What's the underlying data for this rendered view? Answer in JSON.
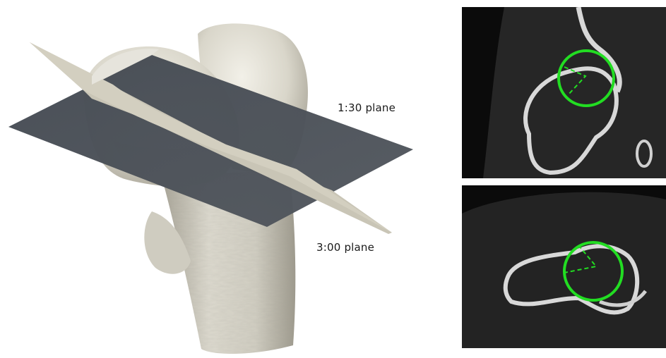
{
  "figure": {
    "labels": {
      "plane_1": "1:30 plane",
      "plane_2": "3:00 plane"
    },
    "colors": {
      "background": "#ffffff",
      "bone_surface": "#e3e1d7",
      "bone_shadow": "#b9b6a9",
      "plane_1_color": "#4b5058",
      "plane_2_color": "#c9c5b6",
      "ct_background": "#0b0b0b",
      "ct_bone": "#d8d8d8",
      "fit_circle_color": "#22dd22"
    },
    "panels": [
      {
        "name": "ct-top",
        "description_id": "oblique-ct-slice-1-30",
        "has_fit_circle": true
      },
      {
        "name": "ct-bottom",
        "description_id": "oblique-ct-slice-3-00",
        "has_fit_circle": true
      }
    ]
  }
}
